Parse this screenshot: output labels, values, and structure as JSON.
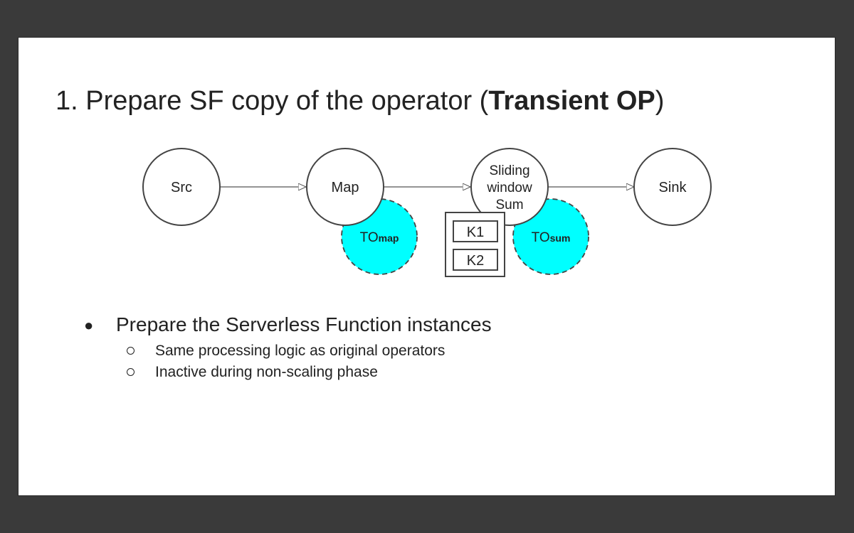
{
  "title": {
    "prefix": "1. Prepare SF copy of the operator (",
    "bold": "Transient OP",
    "suffix": ")"
  },
  "diagram": {
    "nodes": {
      "src": "Src",
      "map": "Map",
      "sliding_line1": "Sliding",
      "sliding_line2": "window",
      "sliding_line3": "Sum",
      "sink": "Sink"
    },
    "transient": {
      "map_main": "TO",
      "map_sub": "map",
      "sum_main": "TO",
      "sum_sub": "sum"
    },
    "state_keys": [
      "K1",
      "K2"
    ],
    "colors": {
      "transient_fill": "#00ffff",
      "stroke": "#444444"
    }
  },
  "bullets": {
    "main": "Prepare the Serverless Function instances",
    "sub": [
      "Same processing logic as original operators",
      "Inactive during non-scaling phase"
    ]
  }
}
